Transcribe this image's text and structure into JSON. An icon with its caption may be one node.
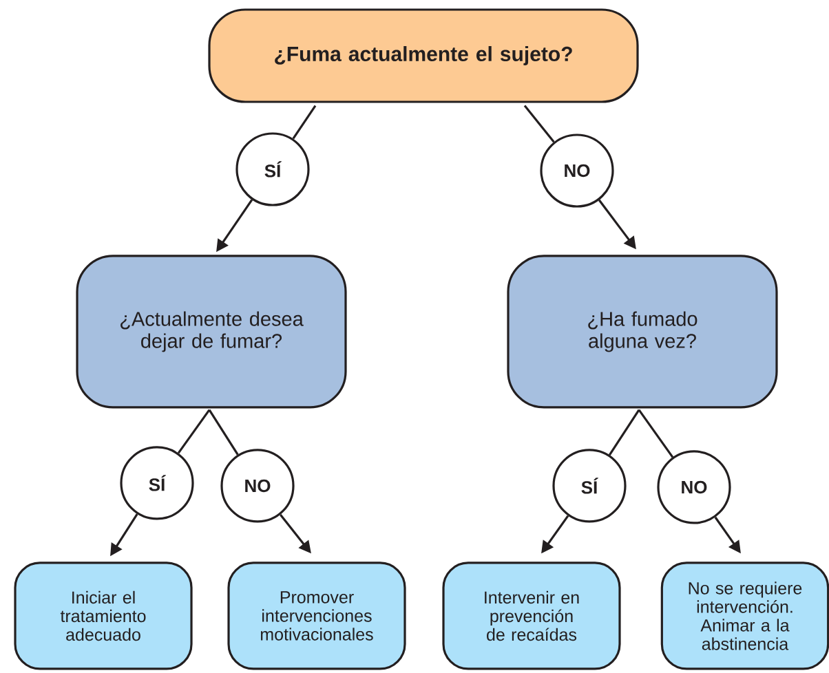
{
  "diagram": {
    "nodes": [
      {
        "text": [
          "¿Fuma actualmente el sujeto?"
        ]
      },
      {
        "text": [
          "SÍ"
        ]
      },
      {
        "text": [
          "NO"
        ]
      },
      {
        "text": [
          "¿Actualmente desea dejar de fumar?"
        ]
      },
      {
        "text": [
          "¿Ha fumado alguna vez?"
        ]
      },
      {
        "text": [
          "SÍ"
        ]
      },
      {
        "text": [
          "NO"
        ]
      },
      {
        "text": [
          "SÍ"
        ]
      },
      {
        "text": [
          "NO"
        ]
      },
      {
        "text": [
          "Iniciar el tratamiento adecuado"
        ]
      },
      {
        "text": [
          "Promover intervenciones motivacionales"
        ]
      },
      {
        "text": [
          "Intervenir en prevención de recaídas"
        ]
      },
      {
        "text": [
          "No se requiere intervención. Animar a la abstinencia"
        ]
      }
    ],
    "edges": [
      {
        "from": 0,
        "to": 1,
        "arrow": "none"
      },
      {
        "from": 1,
        "to": 3,
        "arrow": "to"
      },
      {
        "from": 0,
        "to": 2,
        "arrow": "none"
      },
      {
        "from": 2,
        "to": 4,
        "arrow": "to"
      },
      {
        "from": 3,
        "to": 5,
        "arrow": "none"
      },
      {
        "from": 5,
        "to": 9,
        "arrow": "to"
      },
      {
        "from": 3,
        "to": 6,
        "arrow": "none"
      },
      {
        "from": 6,
        "to": 10,
        "arrow": "to"
      },
      {
        "from": 4,
        "to": 7,
        "arrow": "none"
      },
      {
        "from": 7,
        "to": 11,
        "arrow": "to"
      },
      {
        "from": 4,
        "to": 8,
        "arrow": "none"
      },
      {
        "from": 8,
        "to": 12,
        "arrow": "to"
      }
    ]
  }
}
